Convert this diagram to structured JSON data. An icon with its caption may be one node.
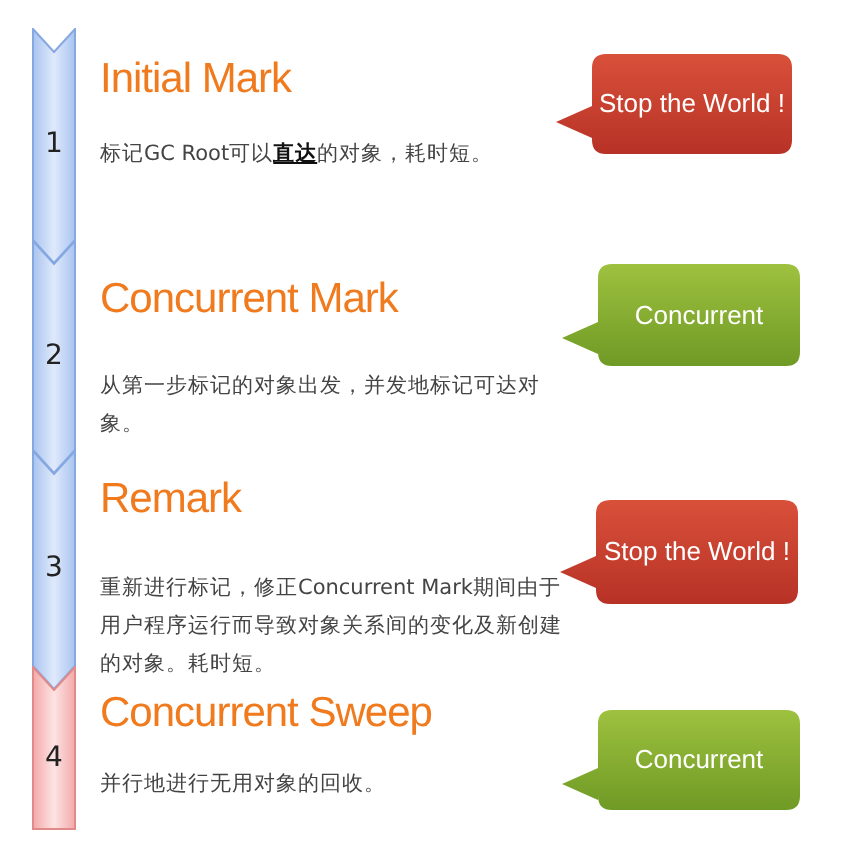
{
  "diagram": {
    "nodes": [
      {
        "text": [
          "1"
        ]
      },
      {
        "text": [
          "2"
        ]
      },
      {
        "text": [
          "3"
        ]
      },
      {
        "text": [
          "4"
        ]
      },
      {
        "text": [
          "Stop the World !"
        ]
      },
      {
        "text": [
          "Concurrent"
        ]
      },
      {
        "text": [
          "Stop the World !"
        ]
      },
      {
        "text": [
          "Concurrent"
        ]
      }
    ],
    "edges": [],
    "labels": [
      "Initial Mark",
      "标记GC Root可以**直达**的对象，耗时短。",
      "Concurrent Mark",
      "从第一步标记的对象出发，并发地标记可达对象。",
      "Remark",
      "重新进行标记，修正Concurrent Mark期间由于用户程序运行而导致对象关系间的变化及新创建的对象。耗时短。",
      "Concurrent Sweep",
      "并行地进行无用对象的回收。"
    ]
  }
}
